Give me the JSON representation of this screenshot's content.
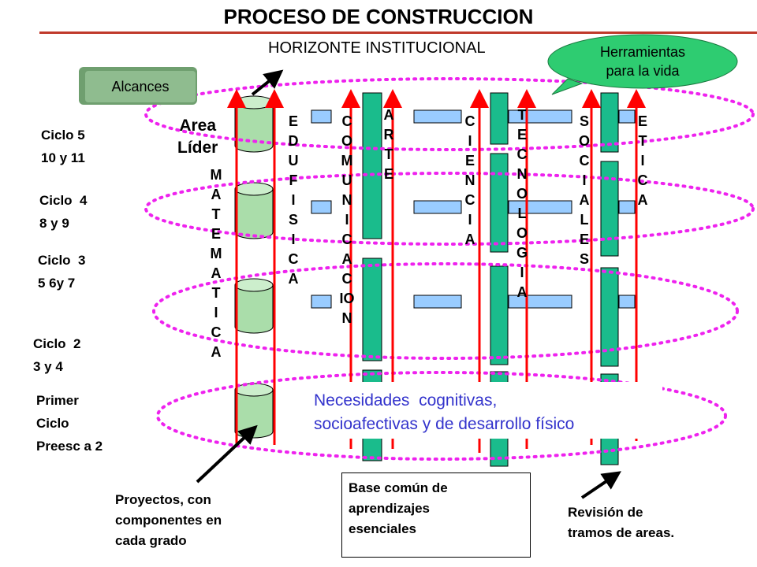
{
  "title": "PROCESO DE CONSTRUCCION",
  "subtitle": "HORIZONTE INSTITUCIONAL",
  "alcances": "Alcances",
  "herramientas": "Herramientas\npara la vida",
  "area_lider": "Area\nLíder",
  "ciclos": [
    "Ciclo 5\n10 y 11",
    "Ciclo  4\n8 y 9",
    "Ciclo  3\n5 6y 7",
    "Ciclo  2\n3 y 4",
    "Primer\nCiclo\nPreesc a 2"
  ],
  "areas": {
    "matematica": [
      "M",
      "A",
      "T",
      "E",
      "M",
      "A",
      "T",
      "I",
      "C",
      "A"
    ],
    "edufisica": [
      "E",
      "D",
      "U",
      "F",
      "I",
      "S",
      "I",
      "C",
      "A"
    ],
    "comunicacion": [
      "C",
      "O",
      "M",
      "U",
      "N",
      "I",
      "C",
      "A",
      "C",
      "IO",
      "N"
    ],
    "arte": [
      "A",
      "R",
      "T",
      "E"
    ],
    "ciencia": [
      "C",
      "I",
      "E",
      "N",
      "C",
      "I",
      "A"
    ],
    "tecnologia": [
      "T",
      "E",
      "C",
      "N",
      "O",
      "L",
      "O",
      "G",
      "I",
      "A"
    ],
    "sociales": [
      "S",
      "O",
      "C",
      "I",
      "A",
      "L",
      "E",
      "S"
    ],
    "etica": [
      "E",
      "T",
      "I",
      "C",
      "A"
    ]
  },
  "needs": "Necesidades  cognitivas,\nsocioafectivas y de desarrollo físico",
  "proyectos": "Proyectos, con\ncomponentes en\ncada grado",
  "base_comun": "Base común de\naprendizajes\nesenciales",
  "revision": "Revisión de\ntramos de areas.",
  "colors": {
    "teal": "#1abc8c",
    "red": "#ff0000",
    "magenta": "#ee22ee",
    "dark_red": "#c0392b",
    "blue_fill": "#99ccff",
    "olive_fill": "#8fbc8f"
  }
}
